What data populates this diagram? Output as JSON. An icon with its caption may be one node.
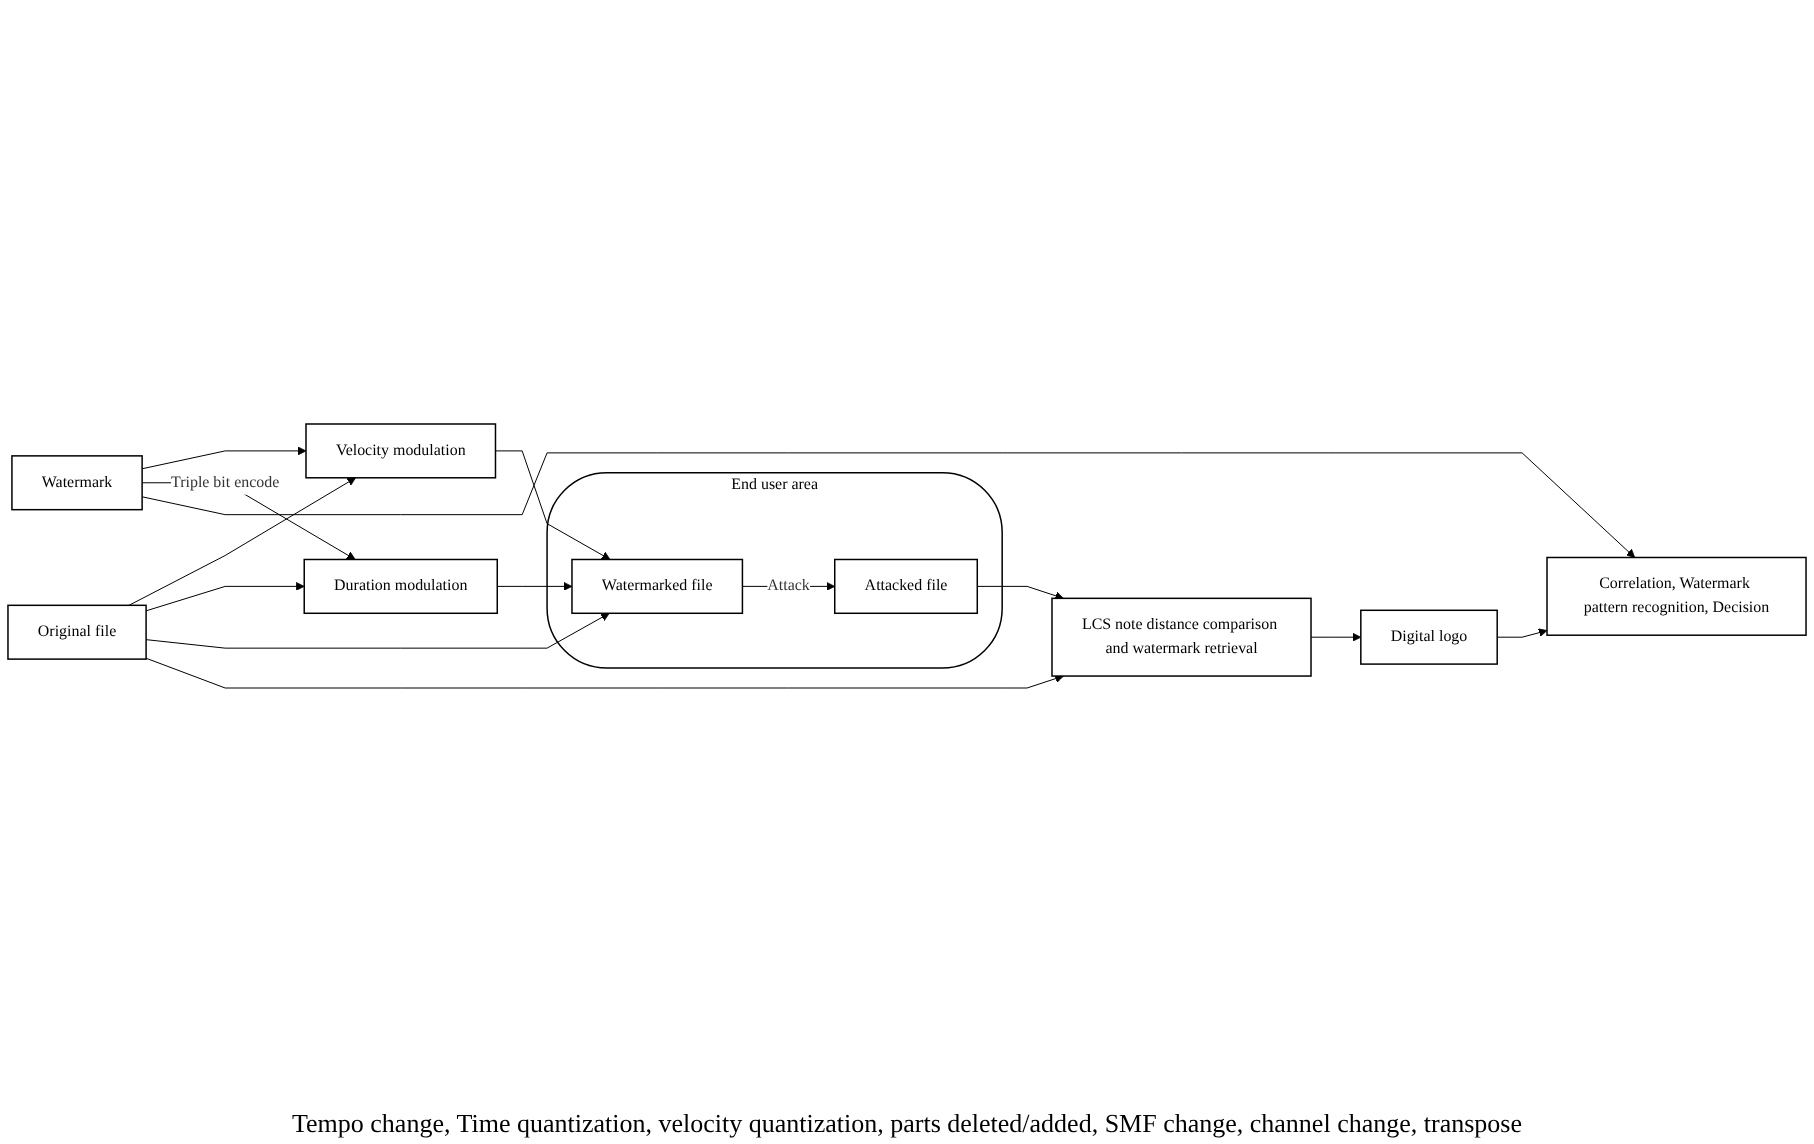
{
  "diagram": {
    "nodes": [
      {
        "text": [
          "Watermark"
        ]
      },
      {
        "text": [
          "Velocity modulation"
        ]
      },
      {
        "text": [
          "End user area"
        ]
      },
      {
        "text": [
          "Watermarked file"
        ],
        "in": 2
      },
      {
        "text": [
          "Original file"
        ]
      },
      {
        "text": [
          "Duration modulation"
        ]
      },
      {
        "text": [
          "LCS note distance comparison and watermark retrieval"
        ]
      },
      {
        "text": [
          "Correlation, Watermark pattern recognition, Decision"
        ]
      },
      {
        "text": [
          "Attacked file"
        ],
        "in": 2
      },
      {
        "text": [
          "Digital logo"
        ]
      }
    ],
    "edges": [
      {
        "from": 0,
        "to": 1,
        "arrow": "to"
      },
      {
        "from": 0,
        "to": 5,
        "arrow": "to",
        "label": "Triple bit encode"
      },
      {
        "from": 0,
        "to": 7,
        "arrow": "to"
      },
      {
        "from": 4,
        "to": 1,
        "arrow": "to"
      },
      {
        "from": 4,
        "to": 5,
        "arrow": "to"
      },
      {
        "from": 4,
        "to": 3,
        "arrow": "to"
      },
      {
        "from": 4,
        "to": 6,
        "arrow": "to"
      },
      {
        "from": 1,
        "to": 3,
        "arrow": "to"
      },
      {
        "from": 5,
        "to": 3,
        "arrow": "to"
      },
      {
        "from": 3,
        "to": 8,
        "arrow": "to",
        "label": "Attack"
      },
      {
        "from": 8,
        "to": 6,
        "arrow": "to"
      },
      {
        "from": 6,
        "to": 9,
        "arrow": "to"
      },
      {
        "from": 9,
        "to": 7,
        "arrow": "to"
      }
    ],
    "labels": [
      "Tempo change, Time quantization, velocity quantization, parts deleted/added, SMF change, channel change, transpose"
    ]
  }
}
